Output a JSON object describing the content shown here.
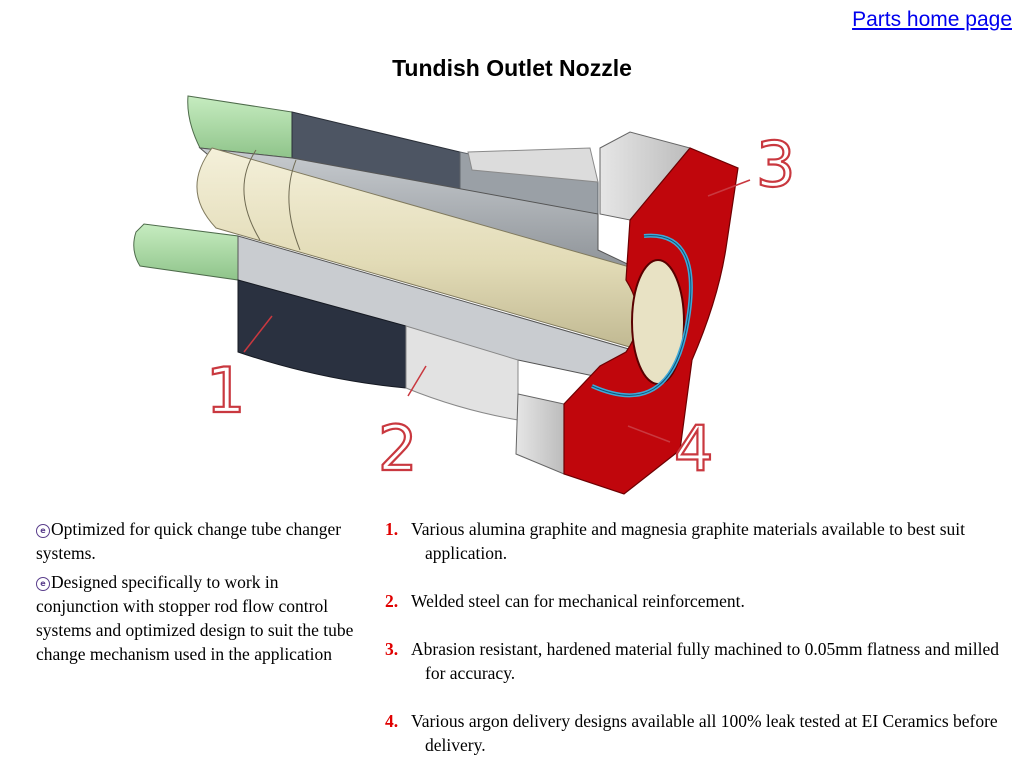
{
  "header": {
    "link_label": "Parts home page",
    "title": "Tundish Outlet Nozzle"
  },
  "illustration": {
    "callouts": [
      "1",
      "2",
      "3",
      "4"
    ],
    "colors": {
      "green_end": "#a9d8a4",
      "dark_can": "#2a3140",
      "grey_can": "#a8acb2",
      "bore": "#e8e2c4",
      "red_face": "#c0060c",
      "argon_ring": "#3fa9d8",
      "callout_outline": "#c9383f"
    }
  },
  "features": {
    "bullets": [
      "Optimized for quick change tube changer systems.",
      "Designed specifically to work in conjunction with stopper rod flow control systems and optimized design to suit the tube change mechanism used in the application"
    ]
  },
  "parts": [
    {
      "number": "1.",
      "text": "Various alumina graphite and magnesia graphite materials available to best suit application."
    },
    {
      "number": "2.",
      "text": "Welded steel can for mechanical reinforcement."
    },
    {
      "number": "3.",
      "text": "Abrasion resistant, hardened material fully machined to 0.05mm flatness and milled for accuracy."
    },
    {
      "number": "4.",
      "text": "Various argon delivery designs available all 100% leak tested at EI Ceramics before delivery."
    }
  ]
}
